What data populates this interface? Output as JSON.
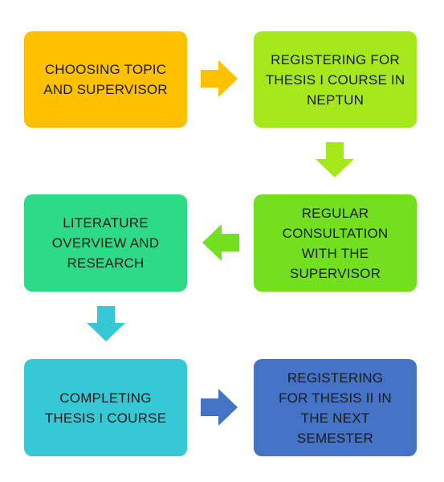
{
  "steps": {
    "s1": {
      "label": "CHOOSING TOPIC\nAND SUPERVISOR",
      "color": "#FFC000",
      "text_color": "#1a1a1a"
    },
    "s2": {
      "label": "REGISTERING FOR\nTHESIS I COURSE IN\nNEPTUN",
      "color": "#A5E81B",
      "text_color": "#1a1a1a"
    },
    "s3": {
      "label": "REGULAR\nCONSULTATION\nWITH THE\nSUPERVISOR",
      "color": "#72E01F",
      "text_color": "#1a1a1a"
    },
    "s4": {
      "label": "LITERATURE\nOVERVIEW AND\nRESEARCH",
      "color": "#2DDA85",
      "text_color": "#1a1a1a"
    },
    "s5": {
      "label": "COMPLETING\nTHESIS I COURSE",
      "color": "#36C8D4",
      "text_color": "#1a1a1a"
    },
    "s6": {
      "label": "REGISTERING\nFOR THESIS II IN\nTHE NEXT\nSEMESTER",
      "color": "#4472C4",
      "text_color": "#1a1a1a"
    }
  },
  "arrows": {
    "a1": {
      "icon": "arrow-right-icon",
      "color": "#FFC000"
    },
    "a2": {
      "icon": "arrow-down-icon",
      "color": "#A5E81B"
    },
    "a3": {
      "icon": "arrow-left-icon",
      "color": "#72E01F"
    },
    "a4": {
      "icon": "arrow-down-icon",
      "color": "#36C8D4"
    },
    "a5": {
      "icon": "arrow-right-icon",
      "color": "#4472C4"
    }
  }
}
